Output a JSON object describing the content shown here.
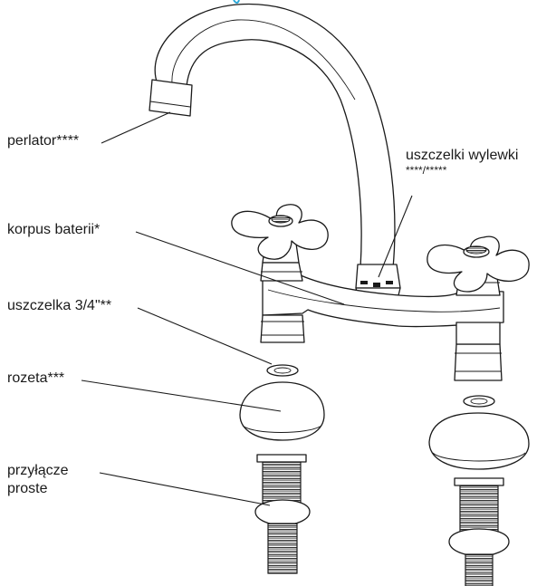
{
  "labels": {
    "aerator": "perlator****",
    "spout_gaskets_line1": "uszczelki wylewki",
    "spout_gaskets_line2": "****/*****",
    "body": "korpus baterii*",
    "gasket": "uszczelka 3/4\"**",
    "rosette": "rozeta***",
    "connector_line1": "przyłącze",
    "connector_line2": "proste"
  },
  "colors": {
    "line": "#1a1a1a",
    "fill": "#ffffff",
    "accent": "#2aa7d8"
  }
}
